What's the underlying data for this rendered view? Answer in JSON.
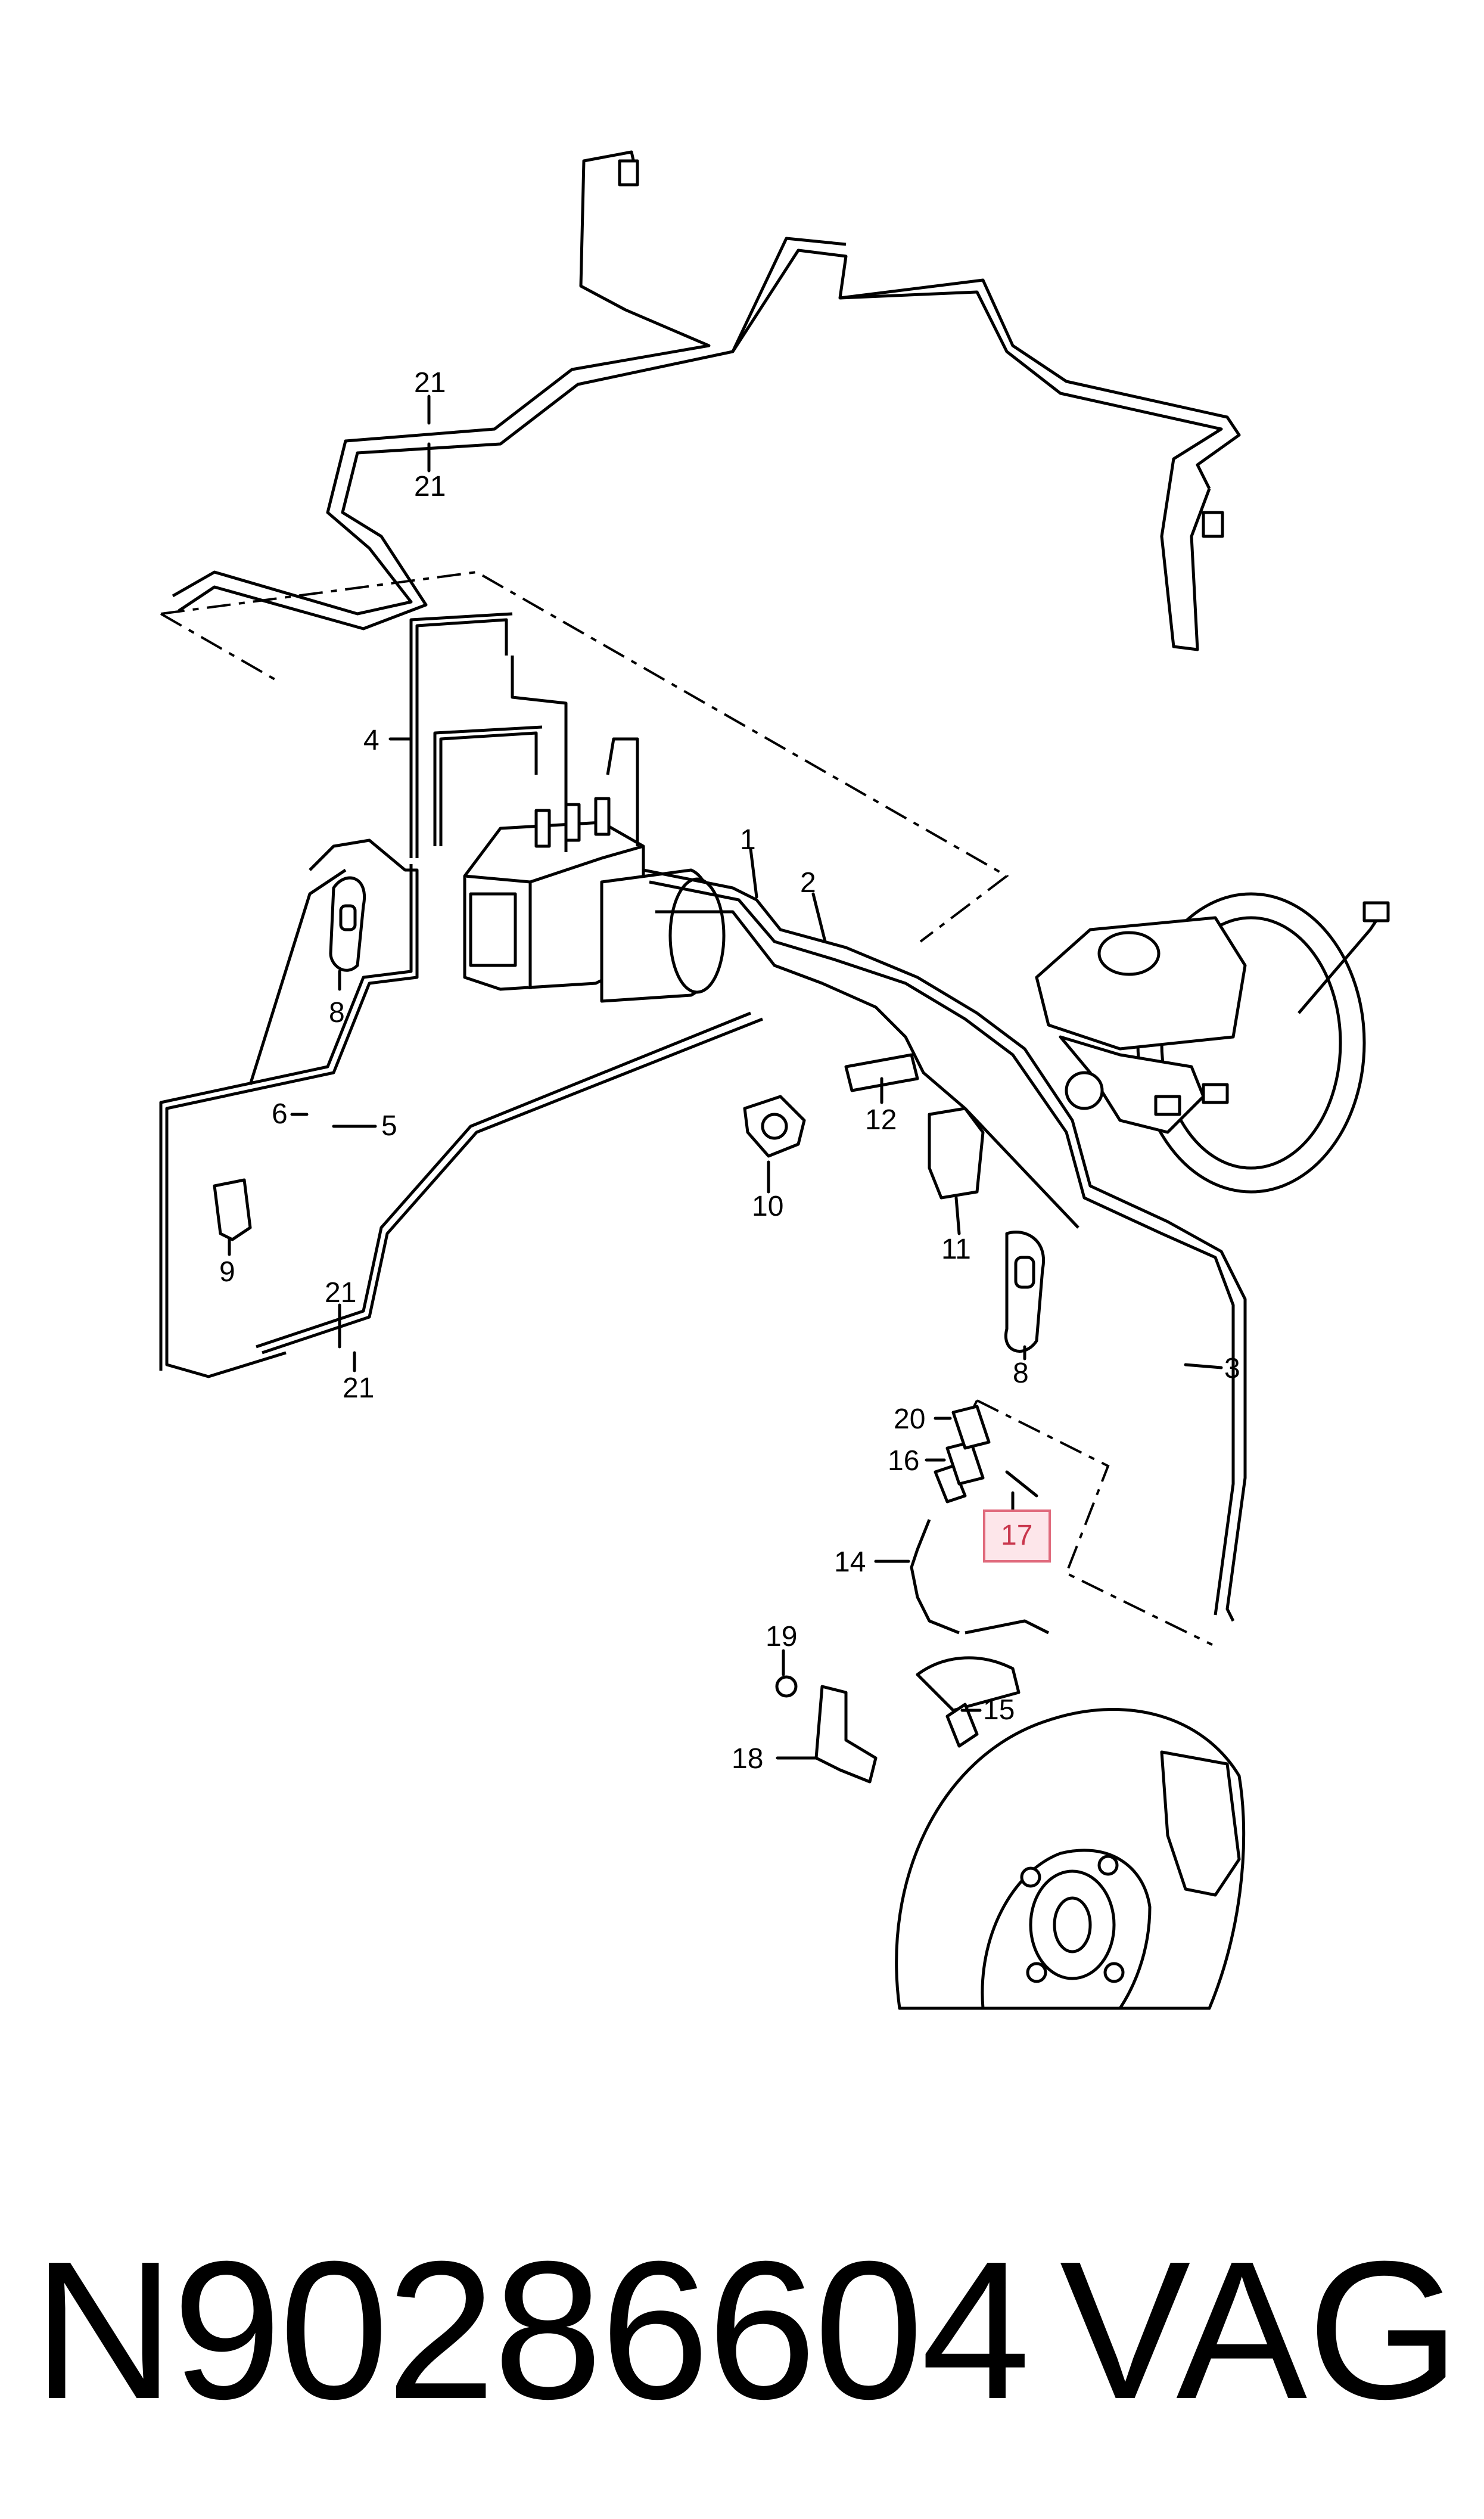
{
  "diagram": {
    "callouts": {
      "c1": "1",
      "c2": "2",
      "c3": "3",
      "c4": "4",
      "c5": "5",
      "c6": "6",
      "c8a": "8",
      "c8b": "8",
      "c9": "9",
      "c10": "10",
      "c11": "11",
      "c12": "12",
      "c14": "14",
      "c15": "15",
      "c16": "16",
      "c17": "17",
      "c18": "18",
      "c19": "19",
      "c20": "20",
      "c21a": "21",
      "c21b": "21",
      "c21c": "21",
      "c21d": "21"
    },
    "highlighted_part": "17",
    "highlight_color": "#fde6ea"
  },
  "footer": {
    "part_number": "N90286604",
    "brand": "VAG"
  }
}
